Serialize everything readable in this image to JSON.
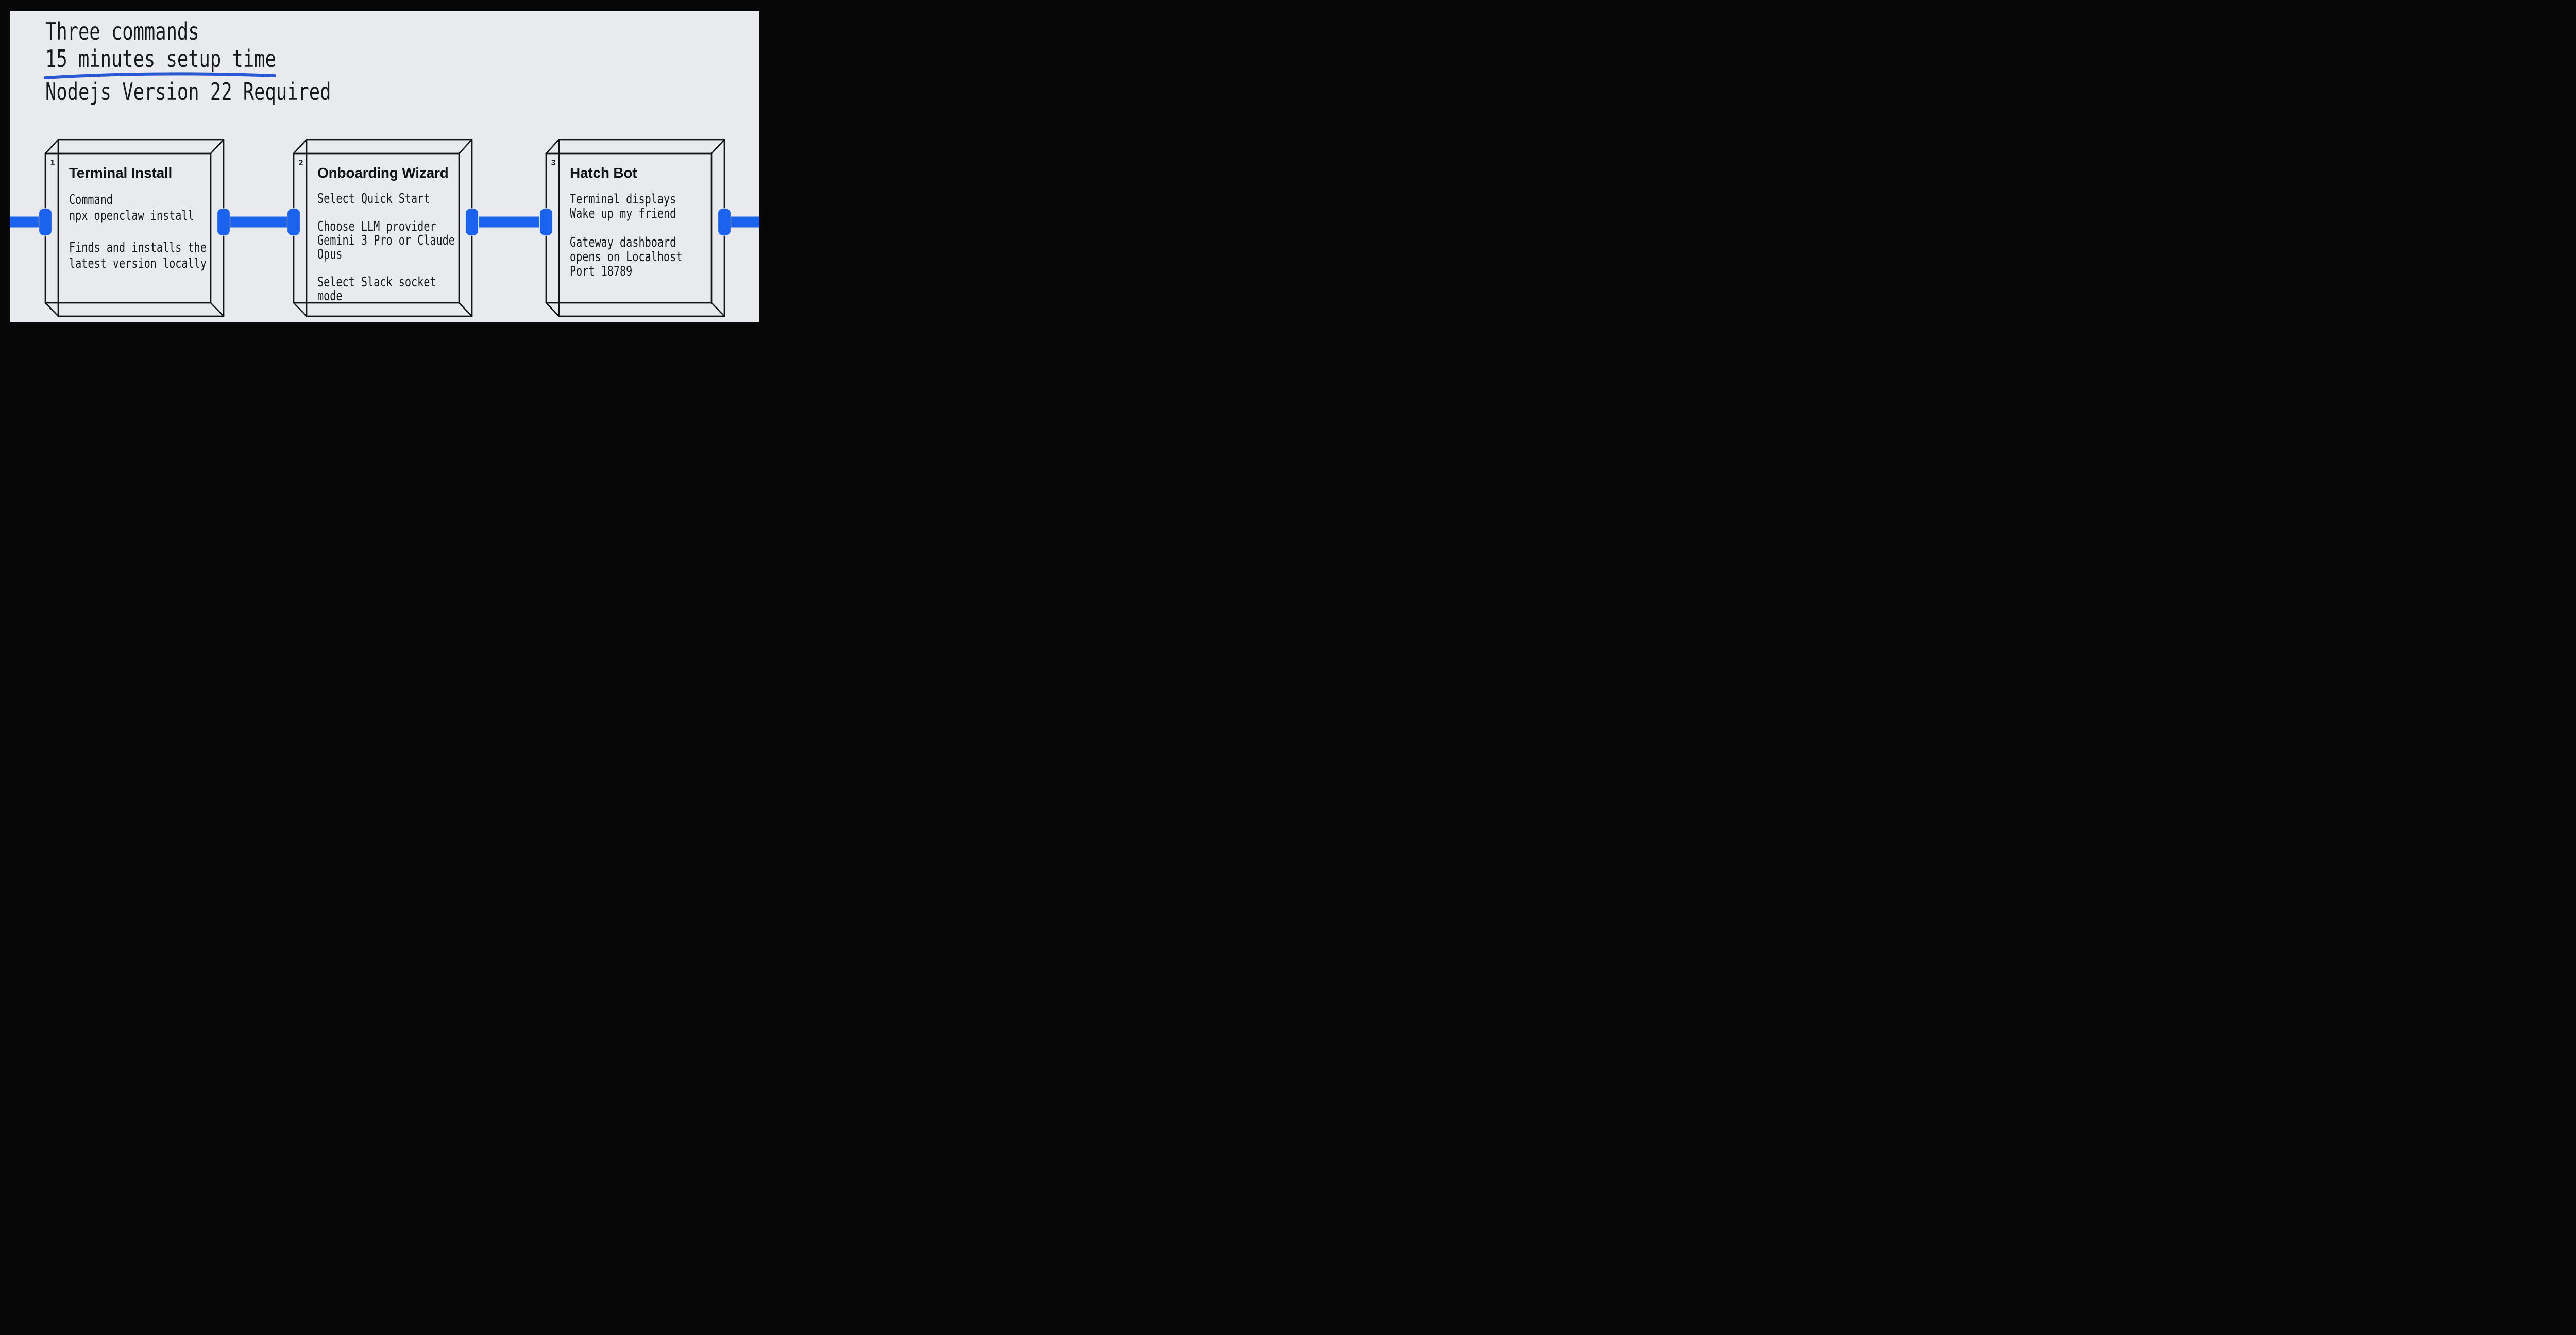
{
  "header": {
    "line1": "Three commands",
    "line2": "15 minutes setup time",
    "line3": "Nodejs Version 22 Required"
  },
  "steps": [
    {
      "number": "1",
      "title": "Terminal Install",
      "lines": [
        "Command",
        "npx openclaw install",
        "",
        "Finds and installs the",
        "latest version locally"
      ]
    },
    {
      "number": "2",
      "title": "Onboarding Wizard",
      "lines": [
        "Select Quick Start",
        "",
        "Choose LLM provider",
        "Gemini 3 Pro or Claude",
        "Opus",
        "",
        "Select Slack socket",
        "mode"
      ]
    },
    {
      "number": "3",
      "title": "Hatch Bot",
      "lines": [
        "Terminal displays",
        "Wake up my friend",
        "",
        "Gateway dashboard",
        "opens on Localhost",
        "Port 18789"
      ]
    }
  ],
  "colors": {
    "accent_blue": "#1b63ef",
    "underline_blue": "#2957d5",
    "background": "#e9eaee",
    "frame": "#060607",
    "ink": "#17181c"
  }
}
